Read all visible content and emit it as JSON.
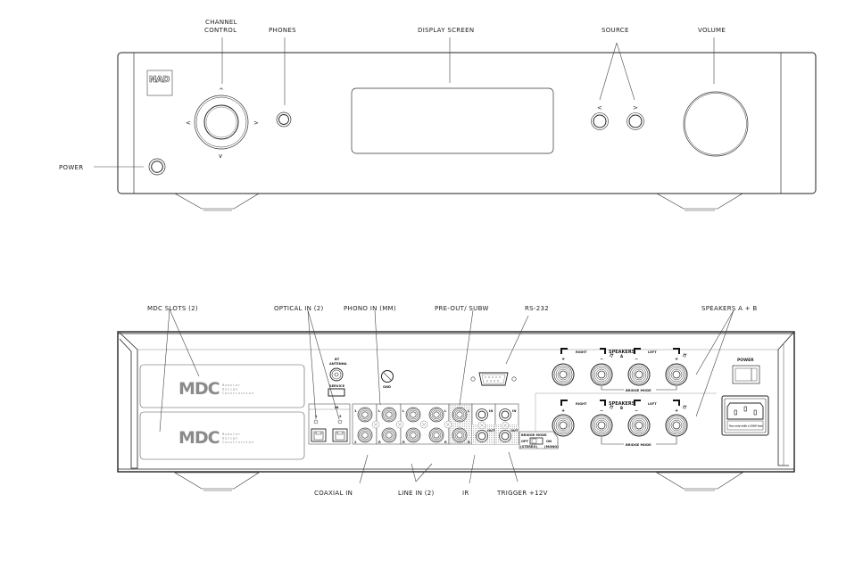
{
  "figure": {
    "front_panel": {
      "logo": "NAD",
      "labels": {
        "channel_control_line1": "CHANNEL",
        "channel_control_line2": "CONTROL",
        "phones": "PHONES",
        "display_screen": "DISPLAY SCREEN",
        "source": "SOURCE",
        "volume": "VOLUME",
        "power": "POWER"
      },
      "glyphs": {
        "up": "^",
        "down": "v",
        "left": "<",
        "right": ">",
        "source_prev": "<",
        "source_next": ">"
      }
    },
    "rear_panel": {
      "labels": {
        "mdc_slots": "MDC SLOTS (2)",
        "optical_in": "OPTICAL IN (2)",
        "phono_in": "PHONO IN (MM)",
        "pre_out": "PRE-OUT/ SUBW",
        "rs232": "RS-232",
        "speakers_ab": "SPEAKERS A + B",
        "coaxial_in": "COAXIAL IN",
        "line_in": "LINE IN (2)",
        "ir": "IR",
        "trigger": "TRIGGER +12V"
      },
      "mdc_card": {
        "logo": "MDC",
        "line1": "Modular",
        "line2": "Design",
        "line3": "Construction"
      },
      "panel_text": {
        "bt_antenna_line1": "BT",
        "bt_antenna_line2": "ANTENNA",
        "service": "SERVICE",
        "gnd": "GND",
        "in": "IN",
        "opt1": "1",
        "opt2": "2",
        "coax1": "1",
        "coax2": "2",
        "L": "L",
        "R": "R",
        "ir_in": "IN",
        "ir_out": "OUT",
        "right": "RIGHT",
        "left": "LEFT",
        "speakers": "SPEAKERS",
        "speakers_a": "A",
        "speakers_b": "B",
        "bridge_mode": "BRIDGE MODE",
        "off": "OFF",
        "on": "ON",
        "stereo": "(STEREO)",
        "mono": "(MONO)",
        "power": "POWER",
        "plus": "+",
        "minus": "−",
        "mains_note": "Use only with a 230V fuse"
      }
    }
  }
}
